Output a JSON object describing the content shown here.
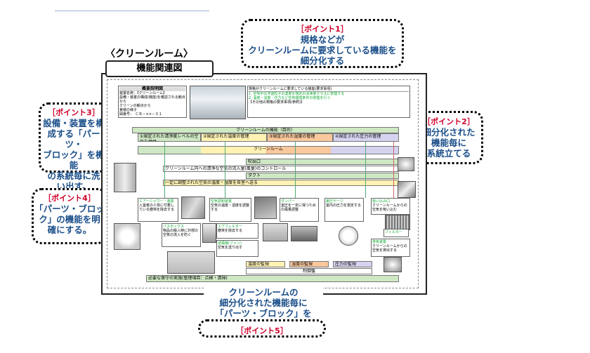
{
  "page": {
    "main_title": "〈クリーンルーム〉",
    "figure_title": "機能関連図"
  },
  "callouts": {
    "p1": {
      "tag": "［ポイント1］",
      "text": "規格などが\nクリーンルームに要求している機能を\n細分化する"
    },
    "p2": {
      "tag": "［ポイント2］",
      "text": "細分化された\n機能毎に\n系統立てる"
    },
    "p3": {
      "tag": "［ポイント3］",
      "text": "設備・装置を構\n成する「パーツ・\nブロック」を機能\nの系統毎に洗\nい出す。"
    },
    "p4": {
      "tag": "［ポイント4］",
      "text": "「パーツ・ブロッ\nク」の機能を明\n確にする。"
    },
    "p5": {
      "tag": "［ポイント5］",
      "text": "クリーンルームの\n細分化された機能毎に\n「パーツ・ブロック」を"
    }
  },
  "diagram": {
    "summary_title": "概要説明図",
    "system_label": "装置名称：【クリーンルーム】",
    "summary_note": "設備・装置の構成(機能)を確認される観点から\nクリーンの観点から\n実装の様子",
    "drawing_no": "図番号：　ＣＢ－××－０１",
    "req_header": "規格がクリーンルームに要求している機能(要求事項)",
    "req_items": [
      "1. 空気中の浮遊粒子の濃度を規定の清浄度クラスに管理する",
      "2. 温度・湿度・圧力など空気環境条件の管理を行う"
    ],
    "req_footer": "【その他の規格の要求事項(参照)】",
    "cr_functions_header": "クリーンルームの機能（目的）",
    "categories": [
      "①規定された清浄度レベルの空気を供給",
      "②規定された温度の管理",
      "③規定された湿度の管理",
      "④規定された圧力の管理"
    ],
    "cleanroom_label": "クリーンルーム",
    "flows": [
      "吹出口",
      "クリーンルーム内への清浄な空気の流入量(風量)のコントロール",
      "ダクト",
      "一定に調整された空気の温度・湿度を各室へ送る"
    ],
    "parts": [
      {
        "name": "エアーシャワー・装置",
        "desc": "入室者の人体に付着している塵埃を除去する"
      },
      {
        "name": "空気調和装置",
        "desc": "空気の温度・湿度を調整する"
      },
      {
        "name": "ダンパー",
        "desc": "室圧を一定に保つための風量調整"
      },
      {
        "name": "差圧ゲージ",
        "desc": "室内の圧力を測定する"
      },
      {
        "name": "吸い込み口",
        "desc": "クリーンルームからの空気を吸い込む"
      },
      {
        "name": "パスボックス",
        "desc": "物品の搬入時に外部の空気の流入を防ぐ"
      },
      {
        "name": "エアフィルター",
        "desc": "塵埃を除去する"
      },
      {
        "name": "送風機(ファン)",
        "desc": "空気を送り出す"
      },
      {
        "name": "フィルター",
        "desc": ""
      },
      {
        "name": "排気装置",
        "desc": "クリーンルームからの空気を排出する"
      }
    ],
    "bottom_labels": [
      "温度の監視",
      "湿度の監視",
      "圧力の監視",
      "制御盤"
    ],
    "footer_note": "必要な保守の実施(管理項目：点検・清掃)"
  }
}
